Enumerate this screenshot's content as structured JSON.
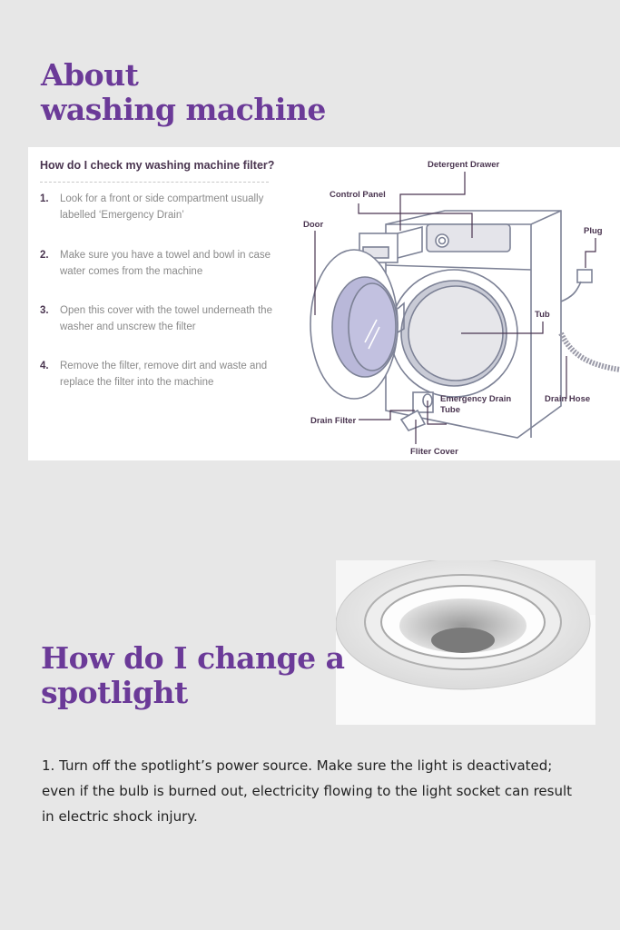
{
  "section1": {
    "title_line1": "About",
    "title_line2": "washing machine",
    "panel": {
      "question": "How do I check my washing machine filter?",
      "steps": [
        {
          "num": "1.",
          "text": "Look for a front or side compartment usually labelled ‘Emergency Drain’"
        },
        {
          "num": "2.",
          "text": "Make sure you have a towel and bowl in case water comes from the machine"
        },
        {
          "num": "3.",
          "text": "Open this cover with the towel underneath the washer and unscrew the filter"
        },
        {
          "num": "4.",
          "text": "Remove the filter, remove dirt and waste and replace the filter into the machine"
        }
      ],
      "labels": {
        "detergent_drawer": "Detergent Drawer",
        "control_panel": "Control Panel",
        "door": "Door",
        "plug": "Plug",
        "tub": "Tub",
        "emergency_drain_1": "Emergency Drain",
        "emergency_drain_2": "Tube",
        "drain_hose": "Drain Hose",
        "drain_filter": "Drain Filter",
        "filter_cover": "Fliter Cover"
      }
    }
  },
  "section2": {
    "title_line1": "How do I change a",
    "title_line2": "spotlight",
    "paragraph": "1.  Turn off the spotlight’s power source. Make sure the light is deactivated; even if the bulb is burned out, electricity flowing to the light socket can result in electric shock injury."
  },
  "colors": {
    "accent": "#6b3a98",
    "background": "#e7e7e7"
  }
}
